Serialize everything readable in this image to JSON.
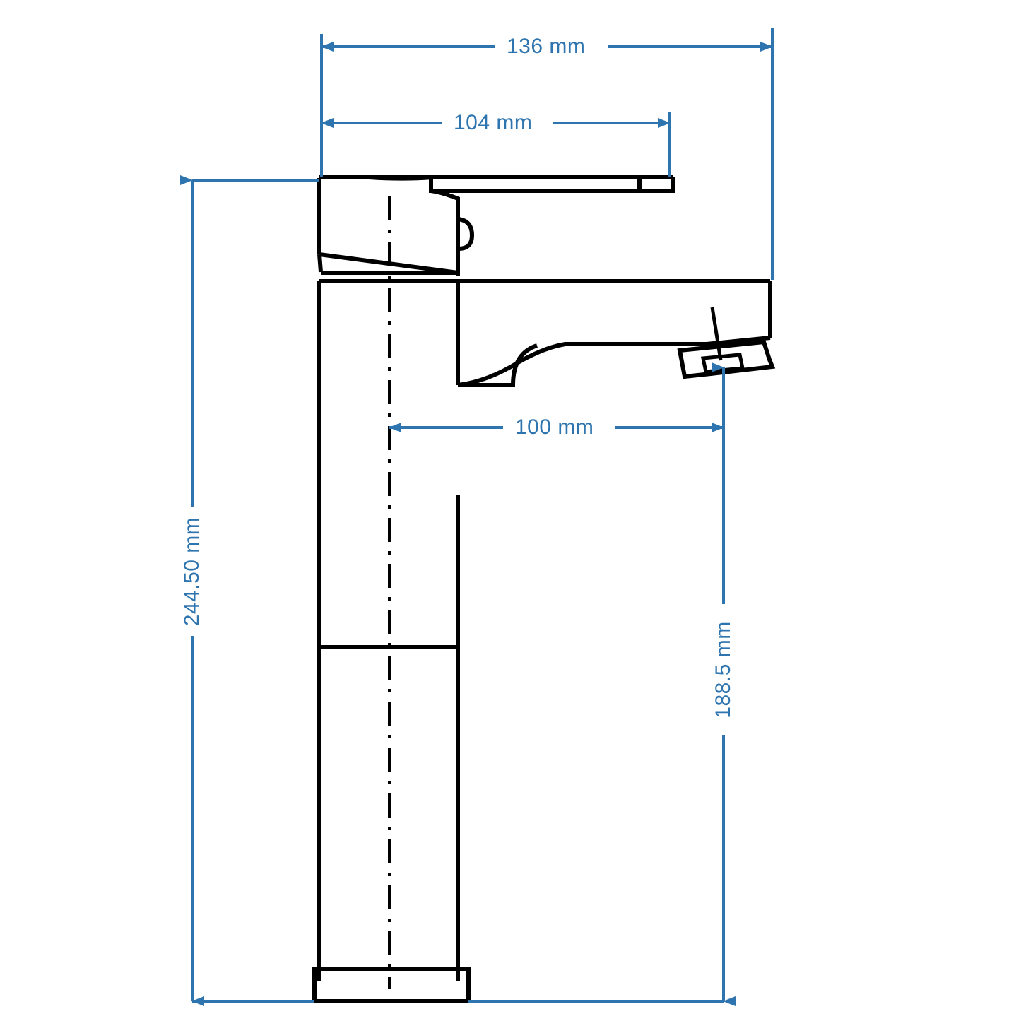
{
  "drawing": {
    "type": "technical-dimension-drawing",
    "subject": "tall basin mixer faucet side elevation",
    "units": "mm",
    "line_color_drawing": "#000000",
    "line_color_dimension": "#2E74AE",
    "background": "#ffffff"
  },
  "dimensions": {
    "overall_width": {
      "label": "136 mm",
      "value": 136,
      "orientation": "horizontal",
      "position": "top"
    },
    "handle_width": {
      "label": "104 mm",
      "value": 104,
      "orientation": "horizontal",
      "position": "top-inner"
    },
    "spout_reach": {
      "label": "100 mm",
      "value": 100,
      "orientation": "horizontal",
      "position": "middle"
    },
    "overall_height": {
      "label": "244.50 mm",
      "value": 244.5,
      "orientation": "vertical",
      "position": "left"
    },
    "spout_height": {
      "label": "188.5 mm",
      "value": 188.5,
      "orientation": "vertical",
      "position": "right"
    }
  },
  "chart_data": {
    "type": "table",
    "title": "",
    "categories": [
      "136 mm",
      "104 mm",
      "100 mm",
      "244.50 mm",
      "188.5 mm"
    ],
    "values": [
      136,
      104,
      100,
      244.5,
      188.5
    ],
    "xlabel": "",
    "ylabel": "mm"
  }
}
